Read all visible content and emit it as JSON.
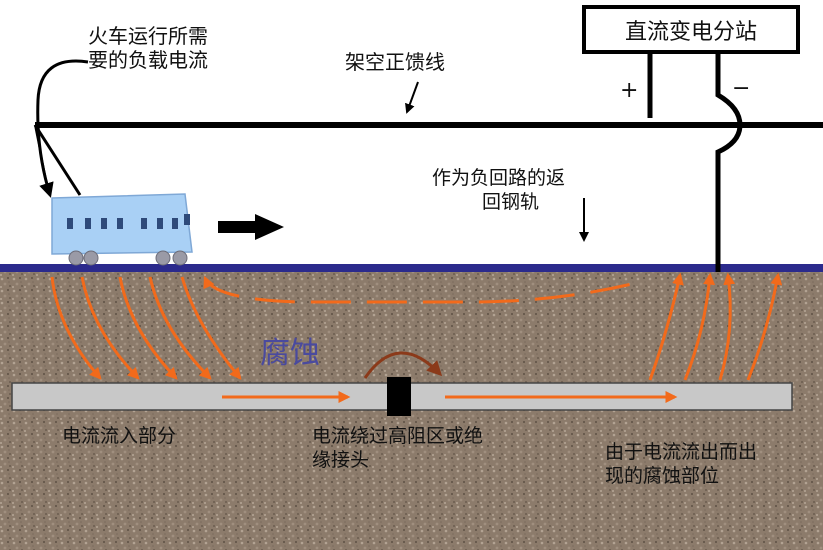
{
  "substation": {
    "label": "直流变电分站",
    "plus": "+",
    "minus": "−"
  },
  "labels": {
    "train_current": [
      "火车运行所需",
      "要的负载电流"
    ],
    "overhead_feeder": "架空正馈线",
    "return_rail": [
      "作为负回路的返",
      "回钢轨"
    ],
    "corrosion": "腐蚀",
    "current_in": "电流流入部分",
    "bypass": [
      "电流绕过高阻区或绝",
      "缘接头"
    ],
    "corrosion_site": [
      "由于电流流出而出",
      "现的腐蚀部位"
    ]
  },
  "colors": {
    "soil": "#8b7a6a",
    "rail": "#2b2a8c",
    "pipe": "#c8c8c8",
    "current_arrow": "#f26a1b",
    "train": "#a9d0f5",
    "wire": "#000000",
    "bypass_arc": "#8b3a1a"
  }
}
